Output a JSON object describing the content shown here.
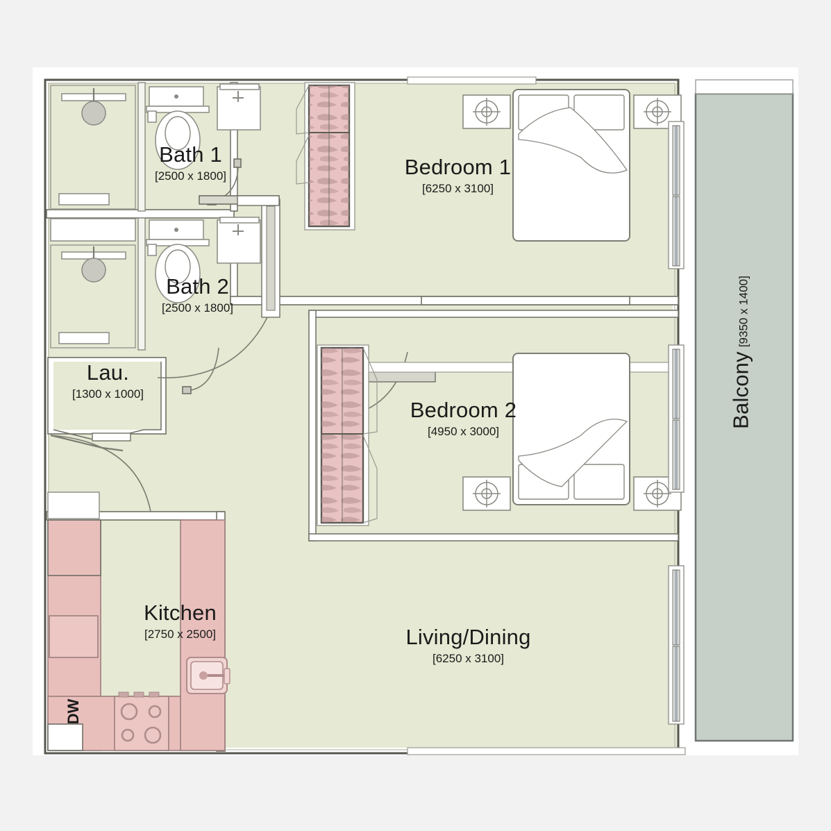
{
  "document": {
    "type": "floor-plan",
    "title": "Apartment Floor Plan",
    "background_color": "#f2f2f2",
    "sheet_color": "#ffffff"
  },
  "palette": {
    "room_fill": "#e6e9d3",
    "balcony_fill": "#c6cfc8",
    "cabinet_fill": "#e9bfbc",
    "wardrobe_fill": "#e9c3c3",
    "wall_stroke": "#5a5a52",
    "fixture_stroke": "#8a8a84",
    "text_color": "#1a1a1a"
  },
  "rooms": [
    {
      "id": "bath1",
      "name": "Bath 1",
      "dimensions": "[2500 x 1800]"
    },
    {
      "id": "bath2",
      "name": "Bath 2",
      "dimensions": "[2500 x 1800]"
    },
    {
      "id": "lau",
      "name": "Lau.",
      "dimensions": "[1300 x 1000]"
    },
    {
      "id": "kitchen",
      "name": "Kitchen",
      "dimensions": "[2750 x 2500]"
    },
    {
      "id": "bed1",
      "name": "Bedroom 1",
      "dimensions": "[6250 x 3100]"
    },
    {
      "id": "bed2",
      "name": "Bedroom 2",
      "dimensions": "[4950 x 3000]"
    },
    {
      "id": "living",
      "name": "Living/Dining",
      "dimensions": "[6250 x 3100]"
    },
    {
      "id": "balcony",
      "name": "Balcony",
      "dimensions": "[9350 x 1400]"
    }
  ],
  "appliances": [
    {
      "id": "dishwasher",
      "label": "DW"
    }
  ],
  "fixtures": [
    {
      "id": "toilet-bath1",
      "name": "toilet"
    },
    {
      "id": "vanity-bath1",
      "name": "wash-basin"
    },
    {
      "id": "shower-bath1",
      "name": "shower"
    },
    {
      "id": "toilet-bath2",
      "name": "toilet"
    },
    {
      "id": "vanity-bath2",
      "name": "wash-basin"
    },
    {
      "id": "shower-bath2",
      "name": "shower"
    },
    {
      "id": "kitchen-sink",
      "name": "sink"
    },
    {
      "id": "cooktop",
      "name": "4-burner-cooktop"
    },
    {
      "id": "bed-double-1",
      "name": "double-bed"
    },
    {
      "id": "bed-double-2",
      "name": "double-bed"
    },
    {
      "id": "nightstand",
      "name": "bedside-table"
    },
    {
      "id": "wardrobe",
      "name": "wardrobe"
    },
    {
      "id": "sliding-door",
      "name": "sliding-glass-door"
    },
    {
      "id": "entry-door",
      "name": "entry-door"
    }
  ]
}
